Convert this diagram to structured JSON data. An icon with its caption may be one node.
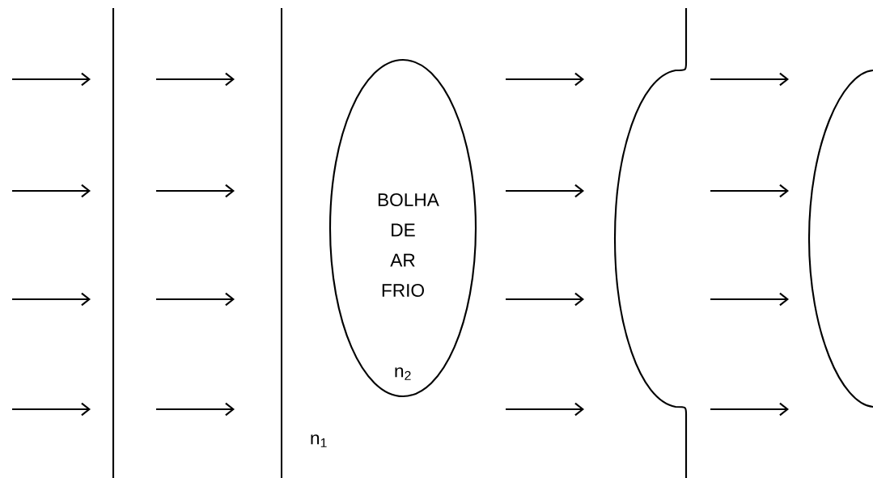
{
  "diagram": {
    "nodes": [
      {
        "text": [
          "BOLHA DE AR FRIO",
          "n$_{2}$"
        ]
      }
    ],
    "labels": [
      "n$_{1}$"
    ]
  }
}
